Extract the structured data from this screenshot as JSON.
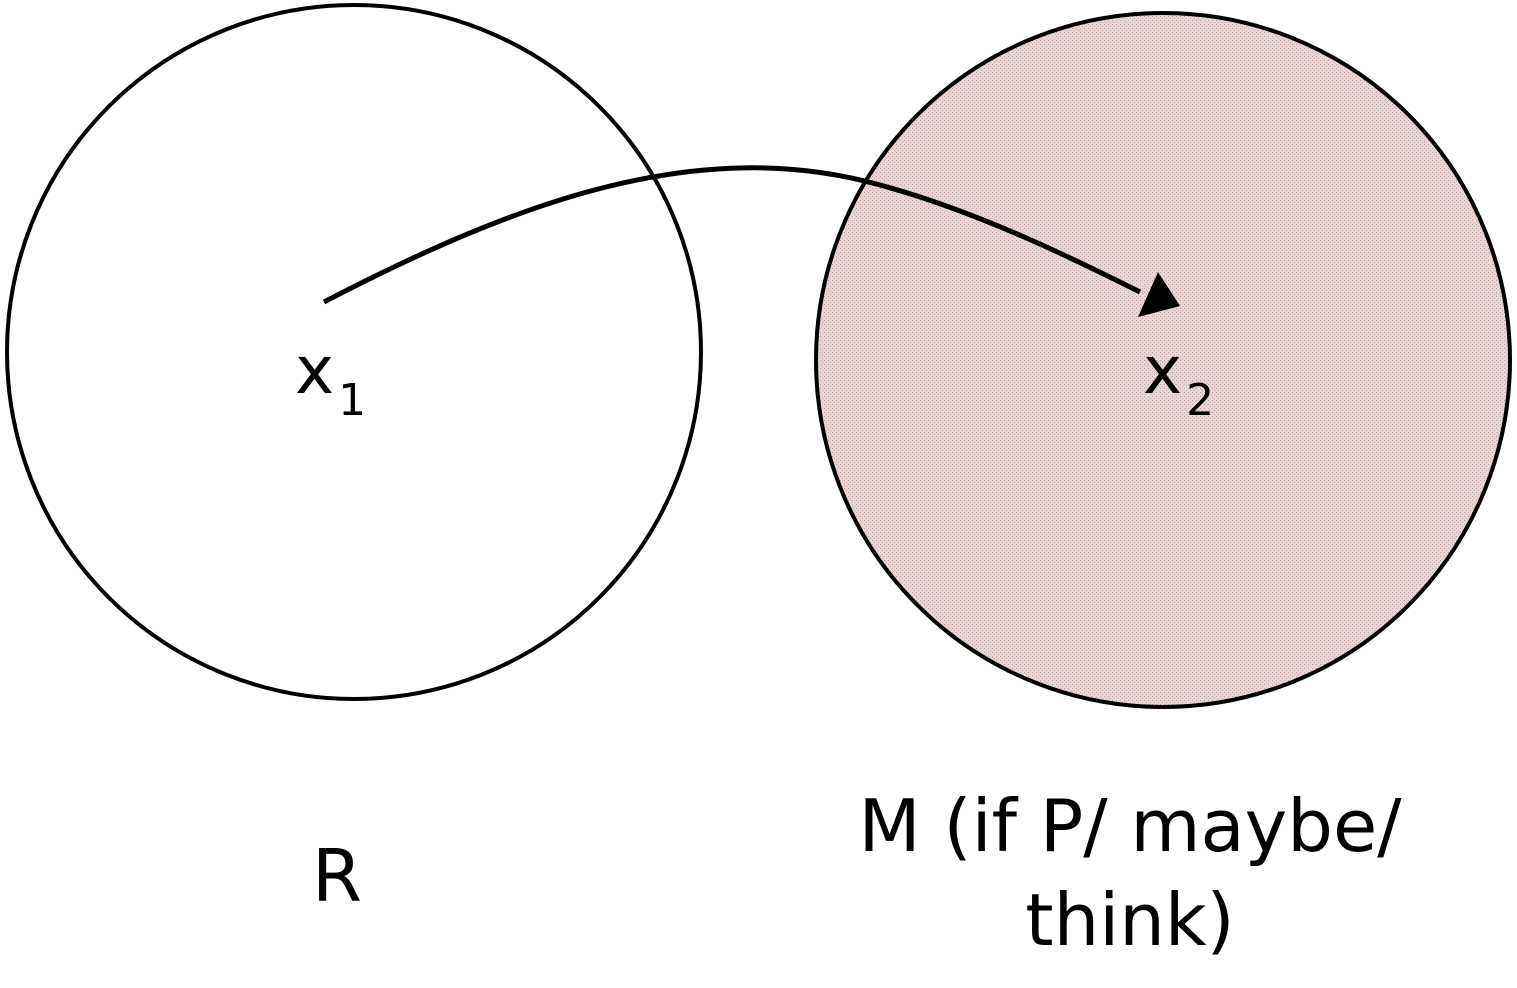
{
  "diagram": {
    "sets": [
      {
        "name": "R",
        "fill": "#ffffff",
        "shaded": false
      },
      {
        "name": "M",
        "caption_line1": "M (if P/ maybe/",
        "caption_line2": "think)",
        "fill": "#e8d6d6",
        "shaded": true
      }
    ],
    "points": [
      {
        "symbol": "x",
        "subscript": "1"
      },
      {
        "symbol": "x",
        "subscript": "2"
      }
    ],
    "arrow": {
      "from": "x1",
      "to": "x2"
    },
    "colors": {
      "stroke": "#000000",
      "shaded_fill": "#e8d6d6",
      "shade_dots": "#b8a0a0",
      "background": "#ffffff"
    }
  }
}
